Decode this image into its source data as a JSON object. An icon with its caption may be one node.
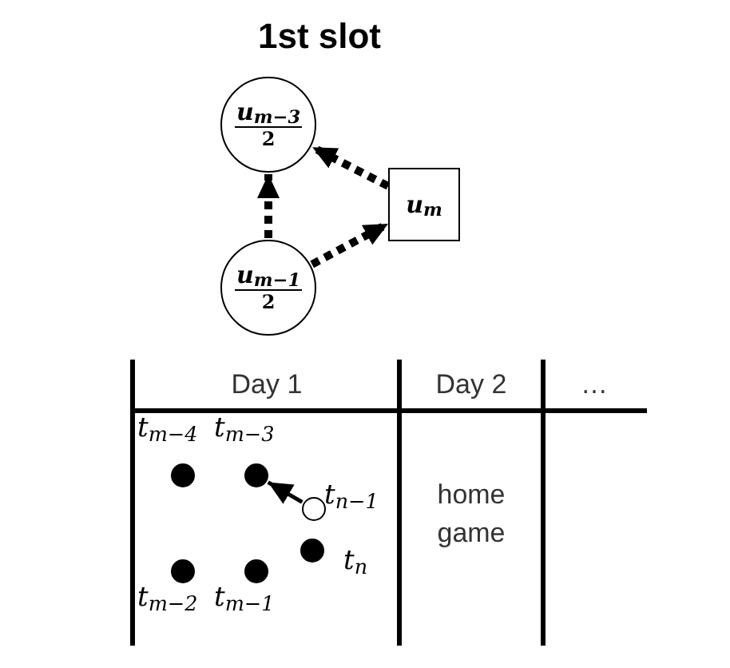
{
  "diagram": {
    "title": "1st slot",
    "nodes": [
      {
        "text": [
          "u$_{m−3}$",
          "2"
        ]
      },
      {
        "text": [
          "u$_{m−1}$",
          "2"
        ]
      },
      {
        "text": [
          "u$_{m}$"
        ]
      },
      {
        "text": [],
        "shape": "dot",
        "beside": [
          "t$_{m−4}$"
        ]
      },
      {
        "text": [],
        "shape": "dot",
        "beside": [
          "t$_{m−3}$"
        ]
      },
      {
        "text": [],
        "shape": "circle",
        "beside": [
          "t$_{n−1}$"
        ]
      },
      {
        "text": [],
        "shape": "dot",
        "beside": [
          "t$_{n}$"
        ]
      },
      {
        "text": [],
        "shape": "dot",
        "beside": [
          "t$_{m−2}$"
        ]
      },
      {
        "text": [],
        "shape": "dot",
        "beside": [
          "t$_{m−1}$"
        ]
      }
    ],
    "edges": [
      {
        "from": 1,
        "to": 0,
        "arrow": "to",
        "style": "dashed"
      },
      {
        "from": 2,
        "to": 0,
        "arrow": "to",
        "style": "dashed"
      },
      {
        "from": 1,
        "to": 2,
        "arrow": "to",
        "style": "dashed"
      },
      {
        "from": 5,
        "to": 4,
        "arrow": "to"
      }
    ],
    "labels": [
      "Day 1",
      "Day 2",
      "…",
      "home game"
    ]
  }
}
